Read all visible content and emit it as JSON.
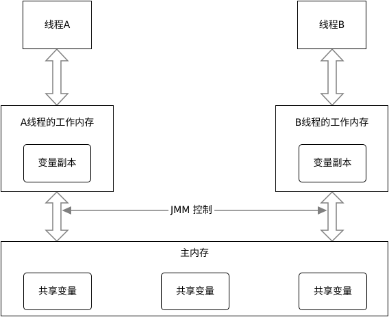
{
  "thread_a": {
    "label": "线程A"
  },
  "thread_b": {
    "label": "线程B"
  },
  "work_memory_a": {
    "label": "A线程的工作内存",
    "copy_label": "变量副本"
  },
  "work_memory_b": {
    "label": "B线程的工作内存",
    "copy_label": "变量副本"
  },
  "jmm_control": {
    "label": "JMM 控制"
  },
  "main_memory": {
    "label": "主内存",
    "shared_vars": [
      "共享变量",
      "共享变量",
      "共享变量"
    ]
  }
}
